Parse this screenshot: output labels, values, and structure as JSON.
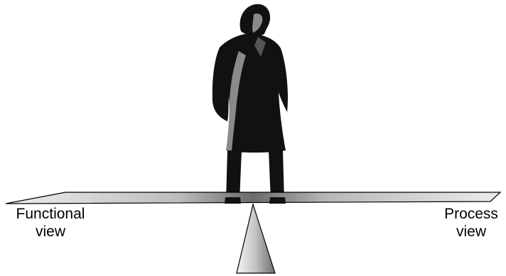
{
  "labels": {
    "left": {
      "line1": "Functional",
      "line2": "view"
    },
    "right": {
      "line1": "Process",
      "line2": "view"
    }
  },
  "colors": {
    "figure": "#111111",
    "figure_highlight": "#8a8a8a",
    "plank_light": "#e8e8e8",
    "plank_dark": "#6e6e6e",
    "fulcrum_light": "#f2f2f2",
    "fulcrum_dark": "#7a7a7a",
    "outline": "#000000"
  },
  "icons": {
    "figure": "standing-woman-silhouette",
    "plank": "balance-beam",
    "fulcrum": "triangle-pivot"
  }
}
